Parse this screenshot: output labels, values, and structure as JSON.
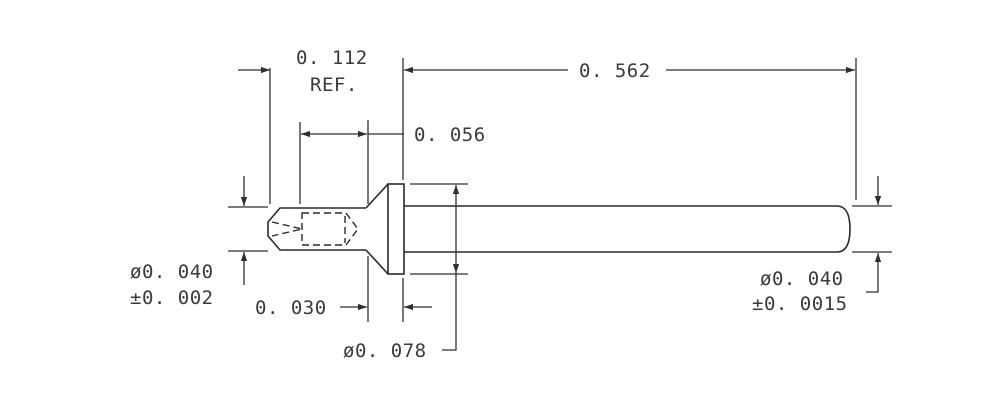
{
  "dimensions": {
    "ref_length": "0. 112",
    "ref_label": "REF.",
    "overall_length": "0. 562",
    "head_thickness": "0. 056",
    "tip_diameter": "ø0. 040",
    "tip_tolerance": "±0. 002",
    "tip_length": "0. 030",
    "flange_diameter": "ø0. 078",
    "shank_diameter": "ø0. 040",
    "shank_tolerance": "±0. 0015"
  }
}
